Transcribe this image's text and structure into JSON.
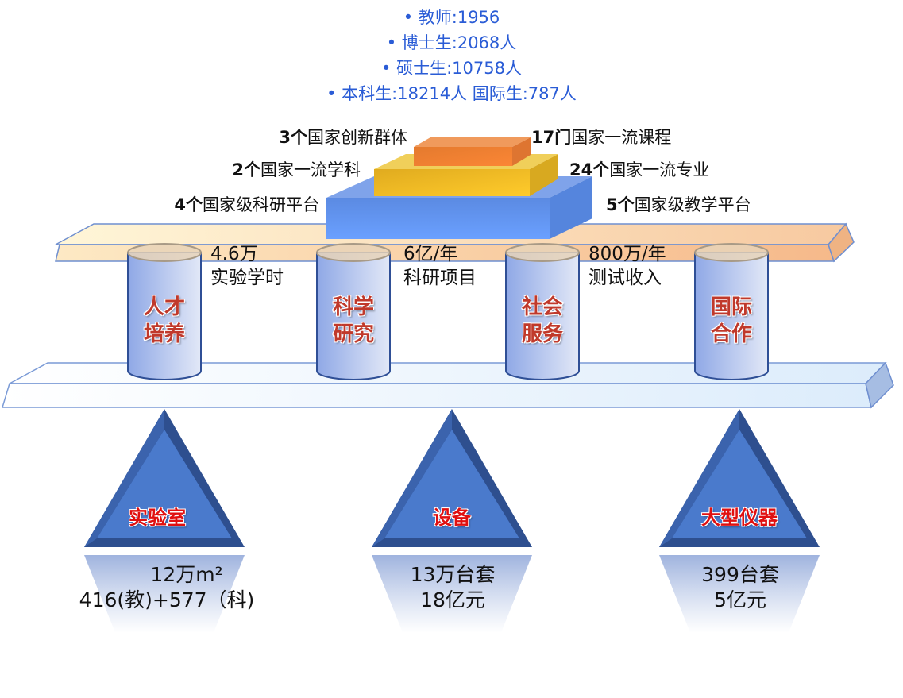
{
  "stats": {
    "teachers": "• 教师:1956",
    "phd": "• 博士生:2068人",
    "master": "• 硕士生:10758人",
    "undergrad_intl": "• 本科生:18214人   国际生:787人"
  },
  "achievements": {
    "left": [
      {
        "num": "3个",
        "text": "国家创新群体"
      },
      {
        "num": "2个",
        "text": "国家一流学科"
      },
      {
        "num": "4个",
        "text": "国家级科研平台"
      }
    ],
    "right": [
      {
        "num": "17门",
        "text": "国家一流课程"
      },
      {
        "num": "24个",
        "text": "国家一流专业"
      },
      {
        "num": "5个",
        "text": "国家级教学平台"
      }
    ]
  },
  "pillars": [
    {
      "line1": "人才",
      "line2": "培养"
    },
    {
      "line1": "科学",
      "line2": "研究"
    },
    {
      "line1": "社会",
      "line2": "服务"
    },
    {
      "line1": "国际",
      "line2": "合作"
    }
  ],
  "pillar_captions": [
    {
      "line1": "4.6万",
      "line2": "实验学时"
    },
    {
      "line1": "6亿/年",
      "line2": "科研项目"
    },
    {
      "line1": "800万/年",
      "line2": "测试收入"
    }
  ],
  "foundations": [
    {
      "label": "实验室",
      "line1": "12万m²",
      "line2": "416(教)+577（科)"
    },
    {
      "label": "设备",
      "line1": "13万台套",
      "line2": "18亿元"
    },
    {
      "label": "大型仪器",
      "line1": "399台套",
      "line2": "5亿元"
    }
  ],
  "colors": {
    "stat_text": "#2a5cd6",
    "block_blue": "#5b8de8",
    "block_yellow": "#f4c22b",
    "block_orange": "#f08236",
    "triangle": "#4472c4",
    "pillar_label": "#c0392b",
    "foundation_label": "#e01010"
  }
}
